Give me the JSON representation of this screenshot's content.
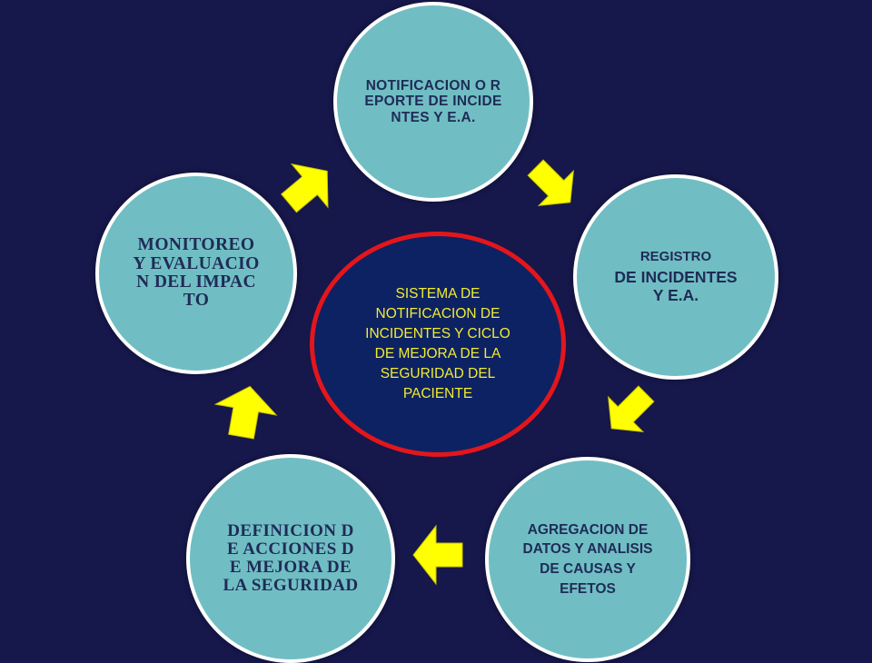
{
  "diagram": {
    "center": {
      "label": "SISTEMA DE NOTIFICACION DE INCIDENTES Y CICLO DE MEJORA DE LA SEGURIDAD DEL PACIENTE"
    },
    "nodes": [
      {
        "id": "notificacion",
        "label": "NOTIFICACION O REPORTE DE INCIDENTES Y E.A."
      },
      {
        "id": "registro",
        "label_top": "REGISTRO",
        "label_bottom": "DE INCIDENTES Y E.A."
      },
      {
        "id": "agregacion",
        "label": "AGREGACION DE DATOS Y ANALISIS DE CAUSAS Y EFETOS"
      },
      {
        "id": "definicion",
        "label": "DEFINICION DE ACCIONES DE MEJORA DE LA SEGURIDAD"
      },
      {
        "id": "monitoreo",
        "label": "MONITOREO Y EVALUACION DEL IMPACTO"
      }
    ],
    "colors": {
      "background": "#16174a",
      "node_fill": "#70bec3",
      "node_border": "#ffffff",
      "node_text": "#1f2b57",
      "center_fill": "#0d2262",
      "center_border": "#e3161c",
      "center_text": "#f2ec31",
      "arrow_fill": "#ffff00"
    },
    "arrows": [
      {
        "from": "notificacion",
        "to": "registro"
      },
      {
        "from": "registro",
        "to": "agregacion"
      },
      {
        "from": "agregacion",
        "to": "definicion"
      },
      {
        "from": "definicion",
        "to": "monitoreo"
      },
      {
        "from": "monitoreo",
        "to": "notificacion"
      }
    ]
  }
}
